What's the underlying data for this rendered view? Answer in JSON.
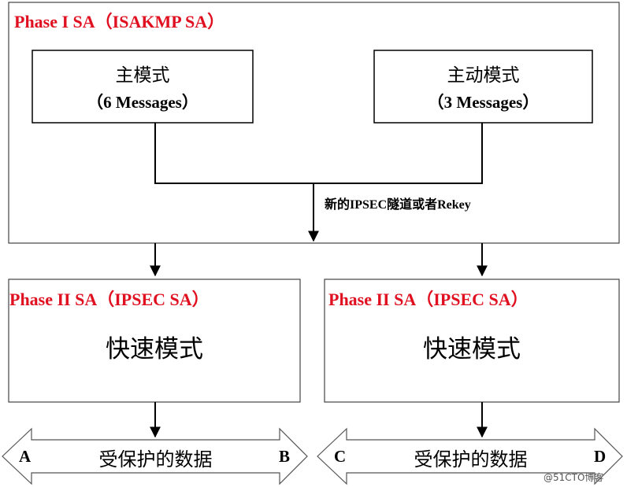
{
  "phase1": {
    "title": "Phase I  SA（ISAKMP SA）",
    "main_mode": {
      "name": "主模式",
      "messages": "（6 Messages）"
    },
    "aggressive_mode": {
      "name": "主动模式",
      "messages": "（3 Messages）"
    },
    "connector_label": "新的IPSEC隧道或者Rekey"
  },
  "phase2_left": {
    "title": "Phase II  SA（IPSEC SA）",
    "mode": "快速模式"
  },
  "phase2_right": {
    "title": "Phase II SA（IPSEC SA）",
    "mode": "快速模式"
  },
  "data_left": {
    "label": "受保护的数据",
    "end_a": "A",
    "end_b": "B"
  },
  "data_right": {
    "label": "受保护的数据",
    "end_a": "C",
    "end_b": "D"
  },
  "watermark": "@51CTO博客",
  "colors": {
    "title_red": "#e01020",
    "line": "#000000"
  }
}
